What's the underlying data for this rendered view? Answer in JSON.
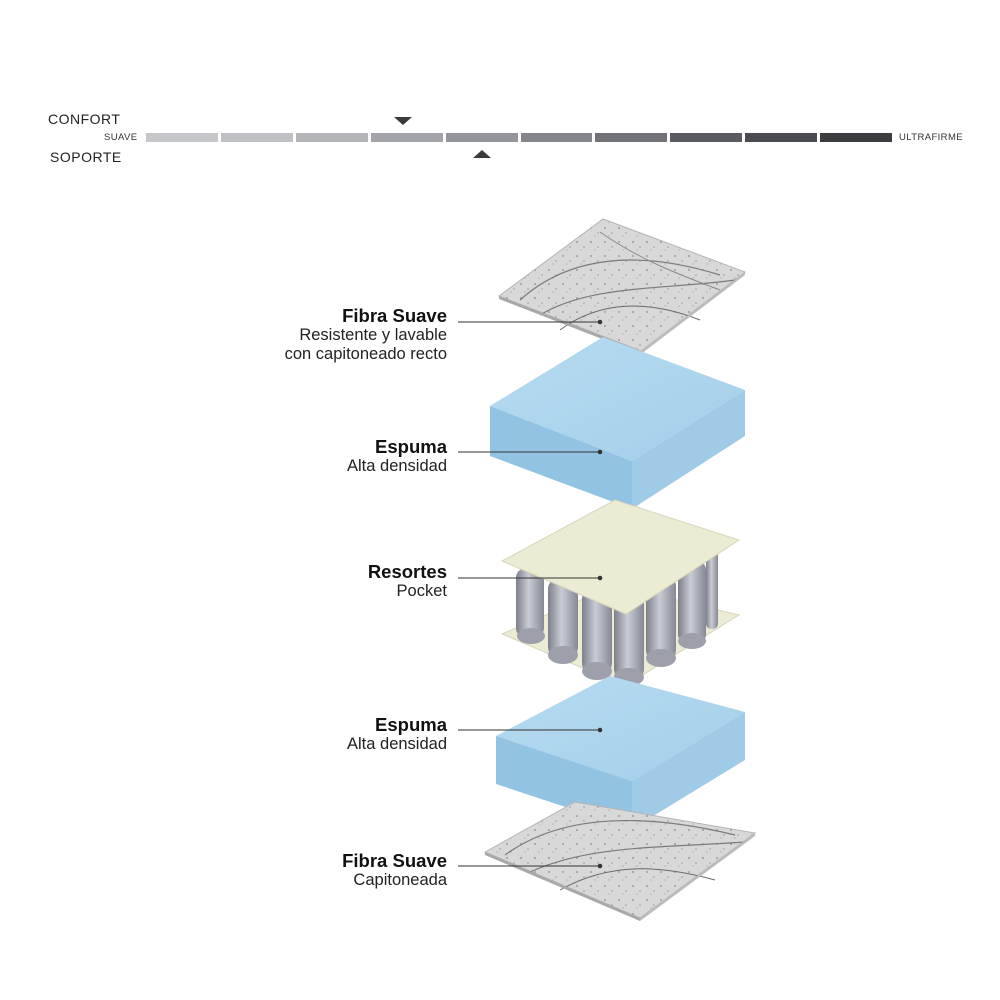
{
  "scale": {
    "confort_label": "CONFORT",
    "soporte_label": "SOPORTE",
    "left_end_label": "SUAVE",
    "right_end_label": "ULTRAFIRME",
    "segment_colors": [
      "#c6c7ca",
      "#bfc0c3",
      "#b3b4b8",
      "#a3a4a9",
      "#94959a",
      "#85868b",
      "#727378",
      "#5a5b60",
      "#4a4b50",
      "#3c3d41"
    ],
    "confort_level": 0.345,
    "soporte_level": 0.45
  },
  "layers": [
    {
      "name": "fibra-suave-top",
      "title": "Fibra Suave",
      "lines": [
        "Resistente y lavable",
        "con capitoneado recto"
      ]
    },
    {
      "name": "espuma-top",
      "title": "Espuma",
      "lines": [
        "Alta densidad"
      ]
    },
    {
      "name": "resortes",
      "title": "Resortes",
      "lines": [
        "Pocket"
      ]
    },
    {
      "name": "espuma-bottom",
      "title": "Espuma",
      "lines": [
        "Alta densidad"
      ]
    },
    {
      "name": "fibra-suave-bottom",
      "title": "Fibra Suave",
      "lines": [
        "Capitoneada"
      ]
    }
  ],
  "colors": {
    "foam": "#a9d3ec",
    "foam_side_dark": "#8fbfdf",
    "foam_side_light": "#9dcae6",
    "fabric": "#d6d6d6",
    "cream": "#ecebd3",
    "spring": "#a8abb6",
    "leader": "#333333"
  }
}
